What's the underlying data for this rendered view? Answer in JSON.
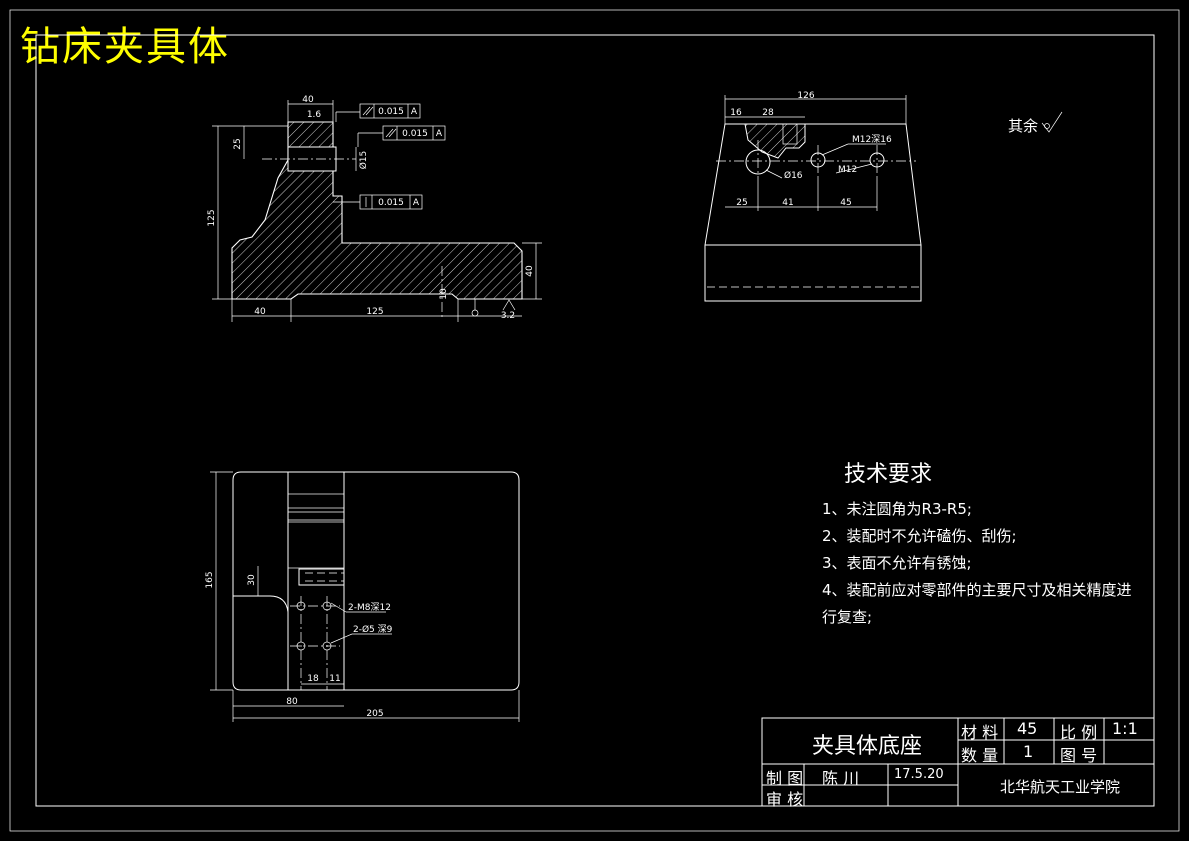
{
  "drawing_title": "钻床夹具体",
  "remainder_roughness": "其余",
  "tech_requirements": {
    "heading": "技术要求",
    "items": [
      "1、未注圆角为R3-R5;",
      "2、装配时不允许磕伤、刮伤;",
      "3、表面不允许有锈蚀;",
      "4、装配前应对零部件的主要尺寸及相关精度进行复查;"
    ]
  },
  "title_block": {
    "part_name": "夹具体底座",
    "material_label": "材 料",
    "material_value": "45",
    "scale_label": "比 例",
    "scale_value": "1:1",
    "quantity_label": "数 量",
    "quantity_value": "1",
    "drawing_no_label": "图 号",
    "drawer_label": "制 图",
    "drawer_name": "陈 川",
    "date": "17.5.20",
    "reviewer_label": "审 核",
    "institution": "北华航天工业学院"
  },
  "front_view": {
    "dim_top_width": "40",
    "dim_step": "1.6",
    "dim_hole_offset": "25",
    "dim_hole_dia": "Ø15",
    "dim_height": "125",
    "dim_base_height": "40",
    "dim_slot": "10",
    "dim_left": "40",
    "dim_bottom": "125",
    "roughness": "3.2",
    "tol_parallel_1": "0.015",
    "tol_parallel_2": "0.015",
    "tol_perp": "0.015",
    "datum": "A"
  },
  "side_view": {
    "dim_width": "126",
    "dim_a": "16",
    "dim_b": "28",
    "dim_c": "25",
    "dim_d": "41",
    "dim_e": "45",
    "thread_1": "M12深16",
    "thread_2": "M12",
    "hole": "Ø16"
  },
  "top_view": {
    "dim_height": "165",
    "dim_inner": "30",
    "dim_a": "18",
    "dim_b": "11",
    "dim_left": "80",
    "dim_total": "205",
    "callout_1": "2-M8深12",
    "callout_2": "2-Ø5 深9"
  }
}
